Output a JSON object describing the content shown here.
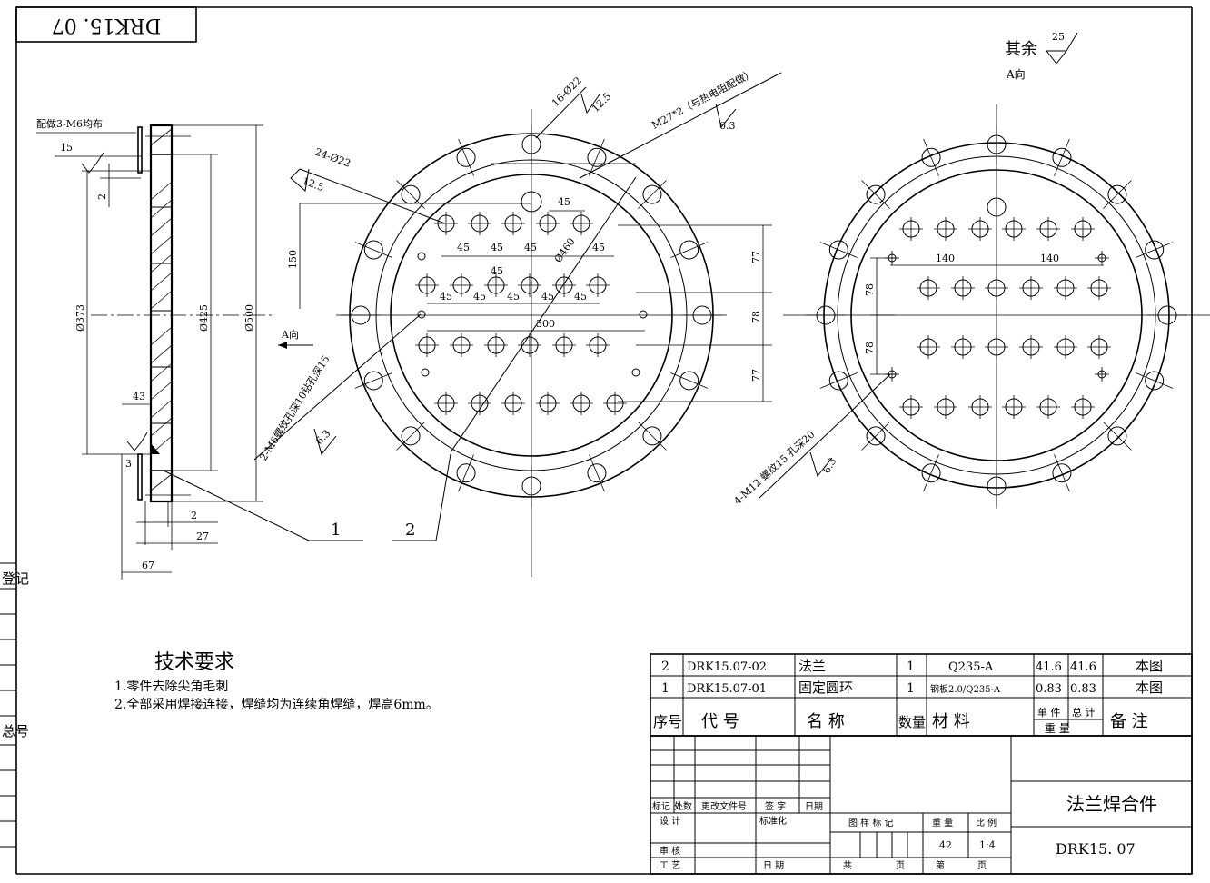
{
  "drawing": {
    "code_flipped": "DRK15. 07",
    "surface_finish_label": "其余",
    "surface_finish_value": "25",
    "view_a_label": "A向",
    "view_a_arrow_label": "A向",
    "side_view": {
      "note_m6": "配做3-M6均布",
      "dim_15": "15",
      "dim_2_top": "2",
      "dim_373": "Ø373",
      "dim_425": "Ø425",
      "dim_500": "Ø500",
      "dim_43": "43",
      "dim_3": "3",
      "dim_2_bottom": "2",
      "dim_27": "27",
      "dim_67": "67",
      "balloon_1": "1",
      "balloon_2": "2"
    },
    "front_view": {
      "note_16_22": "16-Ø22",
      "note_16_22_finish": "12.5",
      "note_24_22": "24-Ø22",
      "note_24_22_finish": "12.5",
      "note_m27": "M27*2（与热电阻配做）",
      "note_m27_finish": "6.3",
      "note_m6_thread": "2-M6螺纹孔深10钻孔深15",
      "note_m6_finish": "6.3",
      "dim_150": "150",
      "dim_45_a": "45",
      "dim_45_b": "45",
      "dim_45_c": "45",
      "dim_45_d": "45",
      "dim_45_e": "45",
      "dim_45_f": "45",
      "dim_45_g": "45",
      "dim_45_h": "45",
      "dim_45_i": "45",
      "dim_45_j": "45",
      "dim_45_k": "45",
      "dim_460": "Ø460",
      "dim_300": "300",
      "dim_77_top": "77",
      "dim_78": "78",
      "dim_77_bottom": "77"
    },
    "right_view": {
      "dim_140_left": "140",
      "dim_140_right": "140",
      "dim_78_top": "78",
      "dim_78_bottom": "78",
      "note_m12": "4-M12 螺纹15 孔深20",
      "note_m12_finish": "6.3"
    },
    "left_strip": {
      "label_top": "登记",
      "label_bottom": "总号"
    }
  },
  "tech_requirements": {
    "title": "技术要求",
    "line1": "1.零件去除尖角毛刺",
    "line2": "2.全部采用焊接连接，焊缝均为连续角焊缝，焊高6mm。"
  },
  "bom": {
    "rows": [
      {
        "no": "2",
        "code": "DRK15.07-02",
        "name": "法兰",
        "qty": "1",
        "material": "Q235-A",
        "unit_wt": "41.6",
        "total_wt": "41.6",
        "note": "本图"
      },
      {
        "no": "1",
        "code": "DRK15.07-01",
        "name": "固定圆环",
        "qty": "1",
        "material": "钢板2.0/Q235-A",
        "unit_wt": "0.83",
        "total_wt": "0.83",
        "note": "本图"
      }
    ],
    "header": {
      "no": "序号",
      "code": "代  号",
      "name": "名  称",
      "qty": "数量",
      "material": "材  料",
      "unit": "单 件",
      "total": "总 计",
      "weight": "重  量",
      "note": "备  注"
    }
  },
  "title_block": {
    "rev_mark": "标记",
    "rev_count": "处数",
    "rev_doc": "更改文件号",
    "rev_sign": "签 字",
    "rev_date": "日期",
    "design": "设 计",
    "standardize": "标准化",
    "pattern_mark": "图 样 标 记",
    "weight_label": "重 量",
    "scale_label": "比 例",
    "weight_value": "42",
    "scale_value": "1:4",
    "review": "审 核",
    "process": "工 艺",
    "date": "日 期",
    "total_pages": "共",
    "page_unit_1": "页",
    "page_no": "第",
    "page_unit_2": "页",
    "part_name": "法兰焊合件",
    "drawing_no": "DRK15. 07"
  }
}
